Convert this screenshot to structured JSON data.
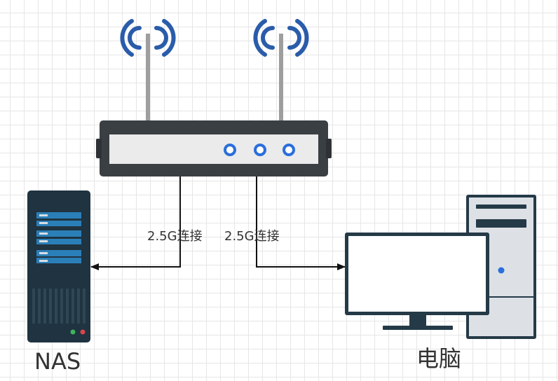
{
  "diagram": {
    "connection_left": "2.5G连接",
    "connection_right": "2.5G连接",
    "nas_label": "NAS",
    "pc_label": "电脑"
  },
  "colors": {
    "router_body": "#3a3f44",
    "router_panel": "#ebebeb",
    "wifi_blue": "#2a5caa",
    "led_blue": "#2a6fdb",
    "nas_body": "#1f3340",
    "nas_slot": "#2b7fb8",
    "monitor_frame": "#253a47",
    "tower_body": "#dde1e6"
  }
}
